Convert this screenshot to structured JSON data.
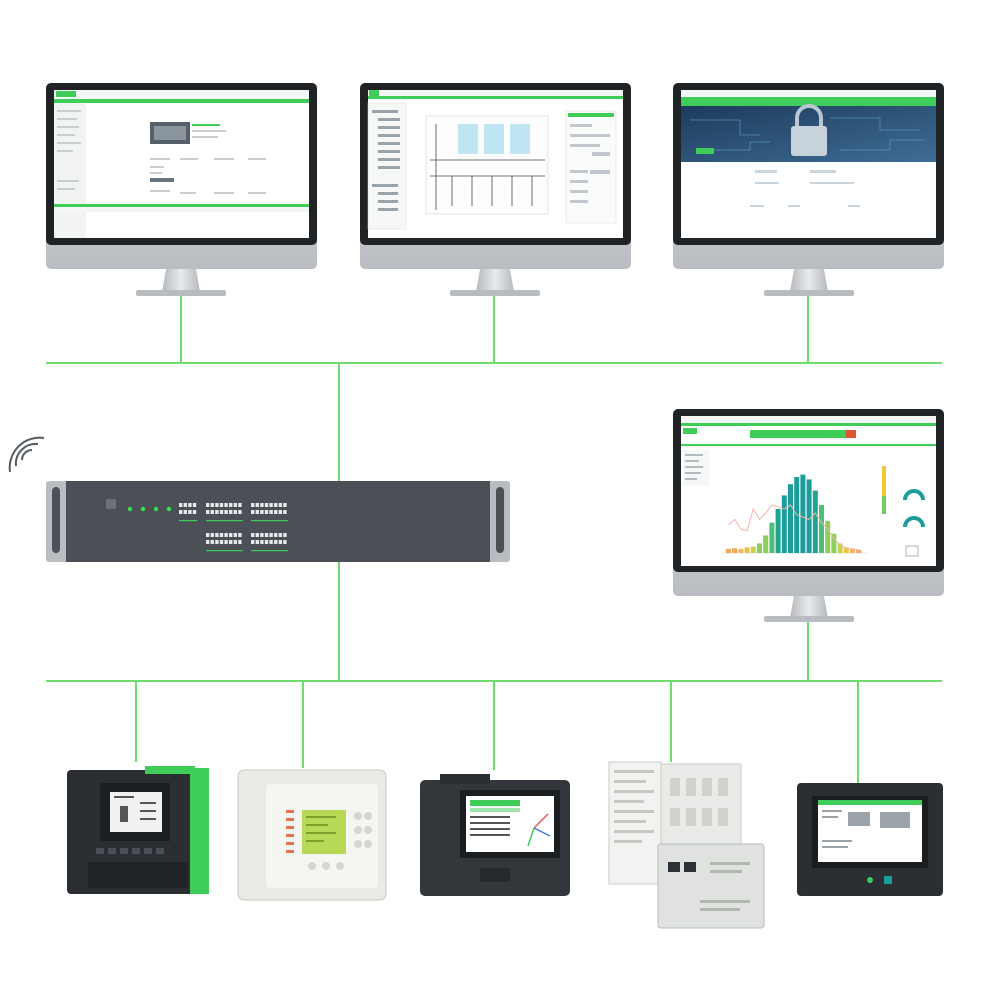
{
  "colors": {
    "network_line": "#6fdc6f",
    "brand_green": "#3dcd58",
    "monitor_bezel": "#1f2326",
    "monitor_silver": "#c9cccf",
    "device_dark": "#2b2f33",
    "device_light": "#e9ece6",
    "switch_body": "#4a5056",
    "led_green": "#39e04b"
  },
  "icons": {
    "wireless": "wifi-signal-icon",
    "lock": "padlock-icon"
  },
  "nodes": {
    "monitors_top": [
      "configuration-software-screen",
      "single-line-diagram-screen",
      "secure-access-screen"
    ],
    "monitor_right": "energy-analytics-screen",
    "switch": "ethernet-switch",
    "field_devices": [
      "protection-relay",
      "feeder-relay",
      "power-meter",
      "modular-io-unit",
      "panel-display"
    ]
  },
  "chart_data": {
    "type": "bar",
    "values": [
      0.05,
      0.06,
      0.05,
      0.07,
      0.08,
      0.12,
      0.22,
      0.38,
      0.55,
      0.72,
      0.86,
      0.95,
      0.98,
      0.92,
      0.78,
      0.6,
      0.4,
      0.24,
      0.12,
      0.07,
      0.05,
      0.04
    ],
    "line": [
      0.35,
      0.42,
      0.3,
      0.28,
      0.55,
      0.42,
      0.5,
      0.6,
      0.58,
      0.55,
      0.6,
      0.48,
      0.45,
      0.42,
      0.5,
      0.38,
      0.3,
      0.18,
      0.1,
      0.06,
      0.05,
      0.04
    ]
  }
}
